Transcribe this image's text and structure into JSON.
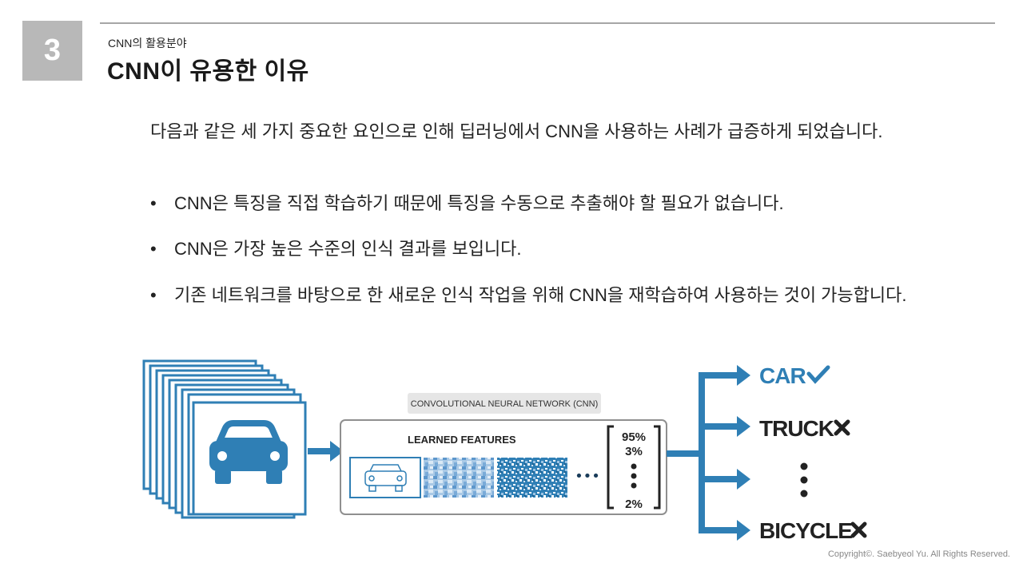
{
  "slide": {
    "number": "3",
    "subtitle": "CNN의 활용분야",
    "title": "CNN이 유용한 이유"
  },
  "intro": "다음과 같은 세 가지 중요한 요인으로 인해 딥러닝에서 CNN을 사용하는 사례가 급증하게 되었습니다.",
  "bullets": [
    {
      "marker": "•",
      "text": "CNN은 특징을 직접 학습하기 때문에 특징을 수동으로 추출해야 할 필요가 없습니다."
    },
    {
      "marker": "•",
      "text": "CNN은 가장 높은 수준의 인식 결과를 보입니다."
    },
    {
      "marker": "•",
      "text": "기존 네트워크를 바탕으로 한 새로운 인식 작업을 위해 CNN을 재학습하여 사용하는 것이 가능합니다."
    }
  ],
  "diagram": {
    "cnn_label": "CONVOLUTIONAL NEURAL NETWORK (CNN)",
    "features_label": "LEARNED FEATURES",
    "ellipsis": "•••",
    "probabilities": [
      "95%",
      "3%",
      "2%"
    ],
    "outputs": [
      {
        "label": "CAR",
        "mark": "check-icon"
      },
      {
        "label": "TRUCK",
        "mark": "x-icon"
      },
      {
        "label": "BICYCLE",
        "mark": "x-icon"
      }
    ],
    "colors": {
      "accent": "#2f7fb5",
      "frame": "#9e9e9e",
      "label_bg": "#e6e6e6"
    }
  },
  "copyright": "Copyright©. Saebyeol Yu. All Rights Reserved."
}
